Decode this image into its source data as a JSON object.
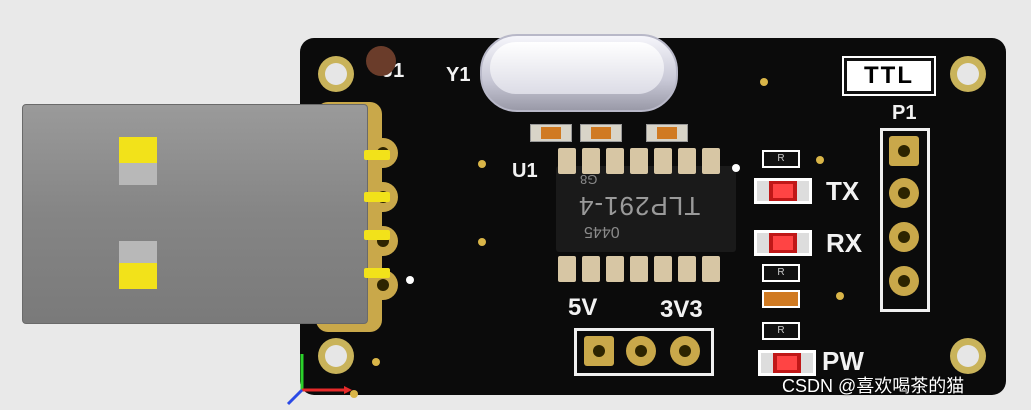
{
  "labels": {
    "j1": "J1",
    "y1": "Y1",
    "u1": "U1",
    "ttl": "TTL",
    "p1": "P1",
    "tx": "TX",
    "rx": "RX",
    "pw": "PW",
    "v5": "5V",
    "v33": "3V3",
    "chip_part": "TLP291-4",
    "chip_code": "0445",
    "chip_sub": "G8",
    "res_mark": "R"
  },
  "watermark": "CSDN @喜欢喝茶的猫",
  "colors": {
    "board": "#0b0b0b",
    "pad_gold": "#c9a84a",
    "led_red": "#c01818",
    "usb_gray": "#8c8c8c",
    "usb_pin_yellow": "#f2e21a"
  },
  "icons": {
    "axis": "xyz-axis-icon"
  }
}
